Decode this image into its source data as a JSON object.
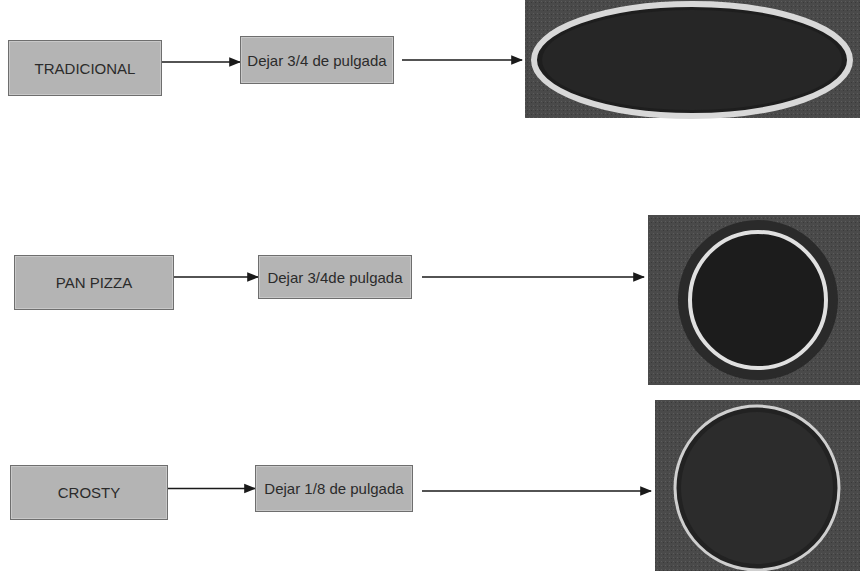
{
  "diagram": {
    "nodes": [
      {
        "text": [
          "TRADICIONAL"
        ]
      },
      {
        "text": [
          "Dejar 3/4 de pulgada"
        ]
      },
      {
        "text": [
          "PAN PIZZA"
        ]
      },
      {
        "text": [
          "Dejar 3/4de pulgada"
        ]
      },
      {
        "text": [
          "CROSTY"
        ]
      },
      {
        "text": [
          "Dejar 1/8 de pulgada"
        ]
      }
    ],
    "edges": [
      {
        "from": 0,
        "to": 1,
        "arrow": "to"
      },
      {
        "from": 2,
        "to": 3,
        "arrow": "to"
      },
      {
        "from": 4,
        "to": 5,
        "arrow": "to"
      }
    ]
  }
}
